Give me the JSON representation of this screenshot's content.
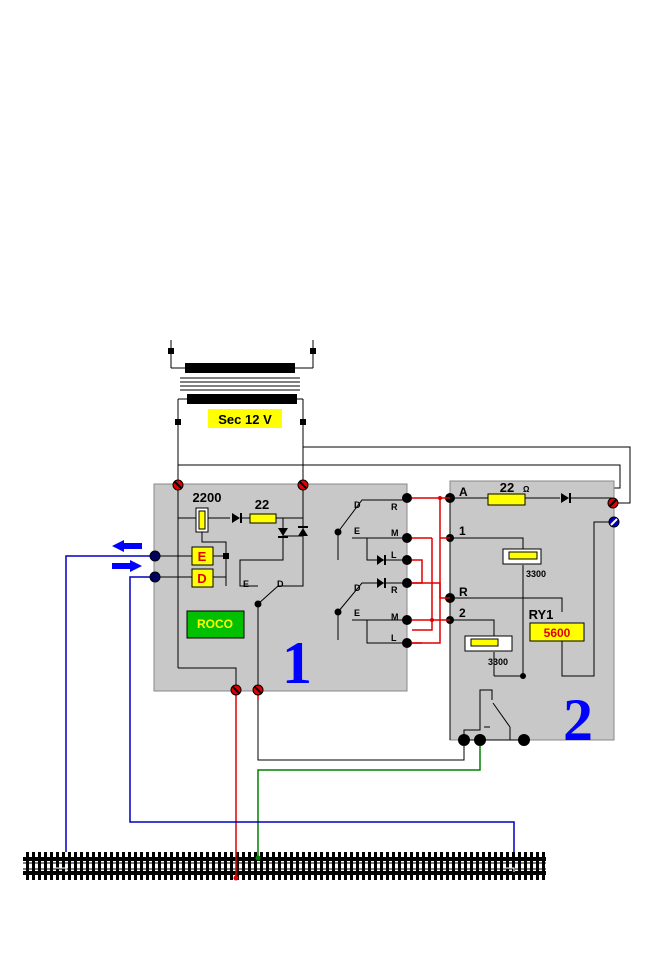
{
  "transformer": {
    "secondary_label": "Sec 12 V"
  },
  "module1": {
    "number": "1",
    "capacitor": "2200",
    "resistor": "22",
    "brand": "ROCO",
    "input_e": "E",
    "input_d": "D",
    "switch_e": "E",
    "switch_d": "D",
    "relay1": {
      "d": "D",
      "e": "E",
      "r": "R",
      "m": "M",
      "l": "L"
    },
    "relay2": {
      "d": "D",
      "e": "E",
      "r": "R",
      "m": "M",
      "l": "L"
    }
  },
  "module2": {
    "number": "2",
    "terminal_a": "A",
    "terminal_1": "1",
    "terminal_r": "R",
    "terminal_2": "2",
    "resistor": "22",
    "resistor_unit": "Ω",
    "cap1": "3300",
    "cap2": "3300",
    "relay_name": "RY1",
    "relay_value": "5600"
  },
  "colors": {
    "panel": "#c8c8c8",
    "red": "#e00000",
    "blue": "#0000c0",
    "green": "#008000",
    "yellow": "#ffff00",
    "brand_green": "#00c000",
    "number_blue": "#0000ff"
  }
}
